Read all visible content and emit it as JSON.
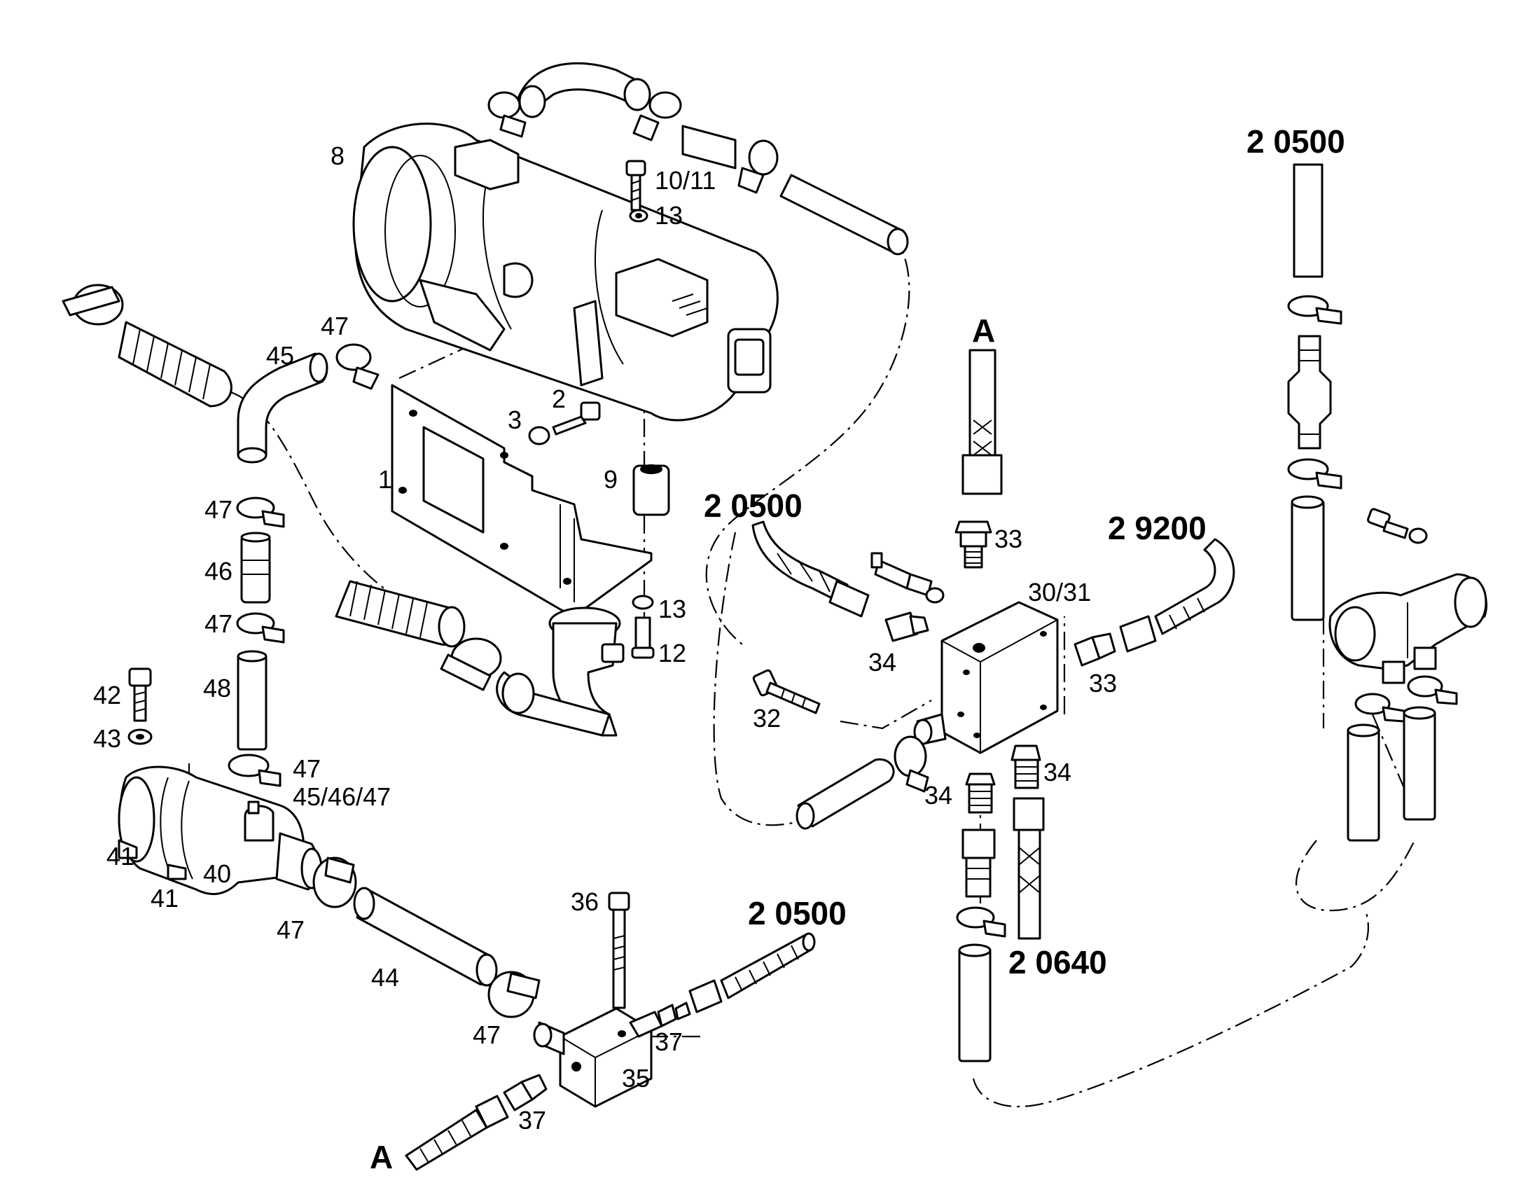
{
  "labels": {
    "l1": "1",
    "l2": "2",
    "l3": "3",
    "l8": "8",
    "l9": "9",
    "l10_11": "10/11",
    "l13a": "13",
    "l13b": "13",
    "l12": "12",
    "l47a": "47",
    "l45": "45",
    "l47b": "47",
    "l46": "46",
    "l47c": "47",
    "l48": "48",
    "l42": "42",
    "l43": "43",
    "l47d": "47",
    "l45_46_47": "45/46/47",
    "l41a": "41",
    "l41b": "41",
    "l40": "40",
    "l47e": "47",
    "l44": "44",
    "l47f": "47",
    "l36": "36",
    "l37a": "37",
    "l35": "35",
    "l37b": "37",
    "l33a": "33",
    "l30_31": "30/31",
    "l34a": "34",
    "l33b": "33",
    "l32": "32",
    "l34b": "34",
    "l34c": "34"
  },
  "references": {
    "ref_a_top": "A",
    "ref_a_bottom": "A",
    "ref_20500_left": "2 0500",
    "ref_29200": "2 9200",
    "ref_20500_right": "2 0500",
    "ref_20500_bottom": "2 0500",
    "ref_20640": "2 0640"
  }
}
